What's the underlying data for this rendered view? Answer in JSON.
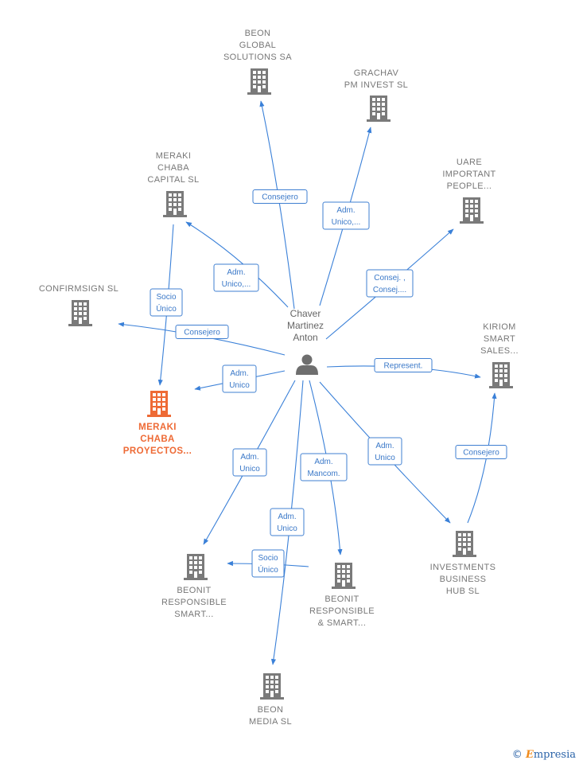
{
  "person": {
    "name_lines": [
      "Chaver",
      "Martinez",
      "Anton"
    ],
    "icon": "person-icon"
  },
  "companies": [
    {
      "id": "beon-global",
      "lines": [
        "BEON",
        "GLOBAL",
        "SOLUTIONS SA"
      ],
      "icon": "building-icon",
      "highlight": false
    },
    {
      "id": "grachav",
      "lines": [
        "GRACHAV",
        "PM INVEST SL"
      ],
      "icon": "building-icon",
      "highlight": false
    },
    {
      "id": "meraki-capital",
      "lines": [
        "MERAKI",
        "CHABA",
        "CAPITAL  SL"
      ],
      "icon": "building-icon",
      "highlight": false
    },
    {
      "id": "uare",
      "lines": [
        "UARE",
        "IMPORTANT",
        "PEOPLE..."
      ],
      "icon": "building-icon",
      "highlight": false
    },
    {
      "id": "confirmsign",
      "lines": [
        "CONFIRMSIGN SL"
      ],
      "icon": "building-icon",
      "highlight": false
    },
    {
      "id": "kiriom",
      "lines": [
        "KIRIOM",
        "SMART",
        "SALES..."
      ],
      "icon": "building-icon",
      "highlight": false
    },
    {
      "id": "meraki-proyectos",
      "lines": [
        "MERAKI",
        "CHABA",
        "PROYECTOS..."
      ],
      "icon": "building-icon",
      "highlight": true
    },
    {
      "id": "investments-hub",
      "lines": [
        "INVESTMENTS",
        "BUSINESS",
        "HUB  SL"
      ],
      "icon": "building-icon",
      "highlight": false
    },
    {
      "id": "beonit-smart-1",
      "lines": [
        "BEONIT",
        "RESPONSIBLE",
        "SMART..."
      ],
      "icon": "building-icon",
      "highlight": false
    },
    {
      "id": "beonit-smart-2",
      "lines": [
        "BEONIT",
        "RESPONSIBLE",
        "& SMART..."
      ],
      "icon": "building-icon",
      "highlight": false
    },
    {
      "id": "beon-media",
      "lines": [
        "BEON",
        "MEDIA  SL"
      ],
      "icon": "building-icon",
      "highlight": false
    }
  ],
  "relations": [
    {
      "from": "person",
      "to": "beon-global",
      "lines": [
        "Consejero"
      ]
    },
    {
      "from": "person",
      "to": "grachav",
      "lines": [
        "Adm.",
        "Unico,..."
      ]
    },
    {
      "from": "person",
      "to": "meraki-capital",
      "lines": [
        "Adm.",
        "Unico,..."
      ]
    },
    {
      "from": "person",
      "to": "uare",
      "lines": [
        "Consej. ,",
        "Consej...."
      ]
    },
    {
      "from": "person",
      "to": "confirmsign",
      "lines": [
        "Consejero"
      ]
    },
    {
      "from": "person",
      "to": "kiriom",
      "lines": [
        "Represent."
      ]
    },
    {
      "from": "person",
      "to": "meraki-proyectos",
      "lines": [
        "Adm.",
        "Unico"
      ]
    },
    {
      "from": "meraki-capital",
      "to": "meraki-proyectos",
      "lines": [
        "Socio",
        "Único"
      ]
    },
    {
      "from": "person",
      "to": "investments-hub",
      "lines": [
        "Adm.",
        "Unico"
      ]
    },
    {
      "from": "investments-hub",
      "to": "kiriom",
      "lines": [
        "Consejero"
      ]
    },
    {
      "from": "person",
      "to": "beonit-smart-1",
      "lines": [
        "Adm.",
        "Unico"
      ]
    },
    {
      "from": "person",
      "to": "beonit-smart-2",
      "lines": [
        "Adm.",
        "Mancom."
      ]
    },
    {
      "from": "person",
      "to": "beon-media",
      "lines": [
        "Adm.",
        "Unico"
      ]
    },
    {
      "from": "beonit-smart-2",
      "to": "beonit-smart-1",
      "lines": [
        "Socio",
        "Único"
      ]
    }
  ],
  "colors": {
    "edge": "#3a80d8",
    "building": "#7a7a7a",
    "highlight": "#ee6a35",
    "label": "#777777"
  },
  "footer": {
    "copyright_symbol": "©",
    "brand_initial": "E",
    "brand_rest": "mpresia"
  }
}
